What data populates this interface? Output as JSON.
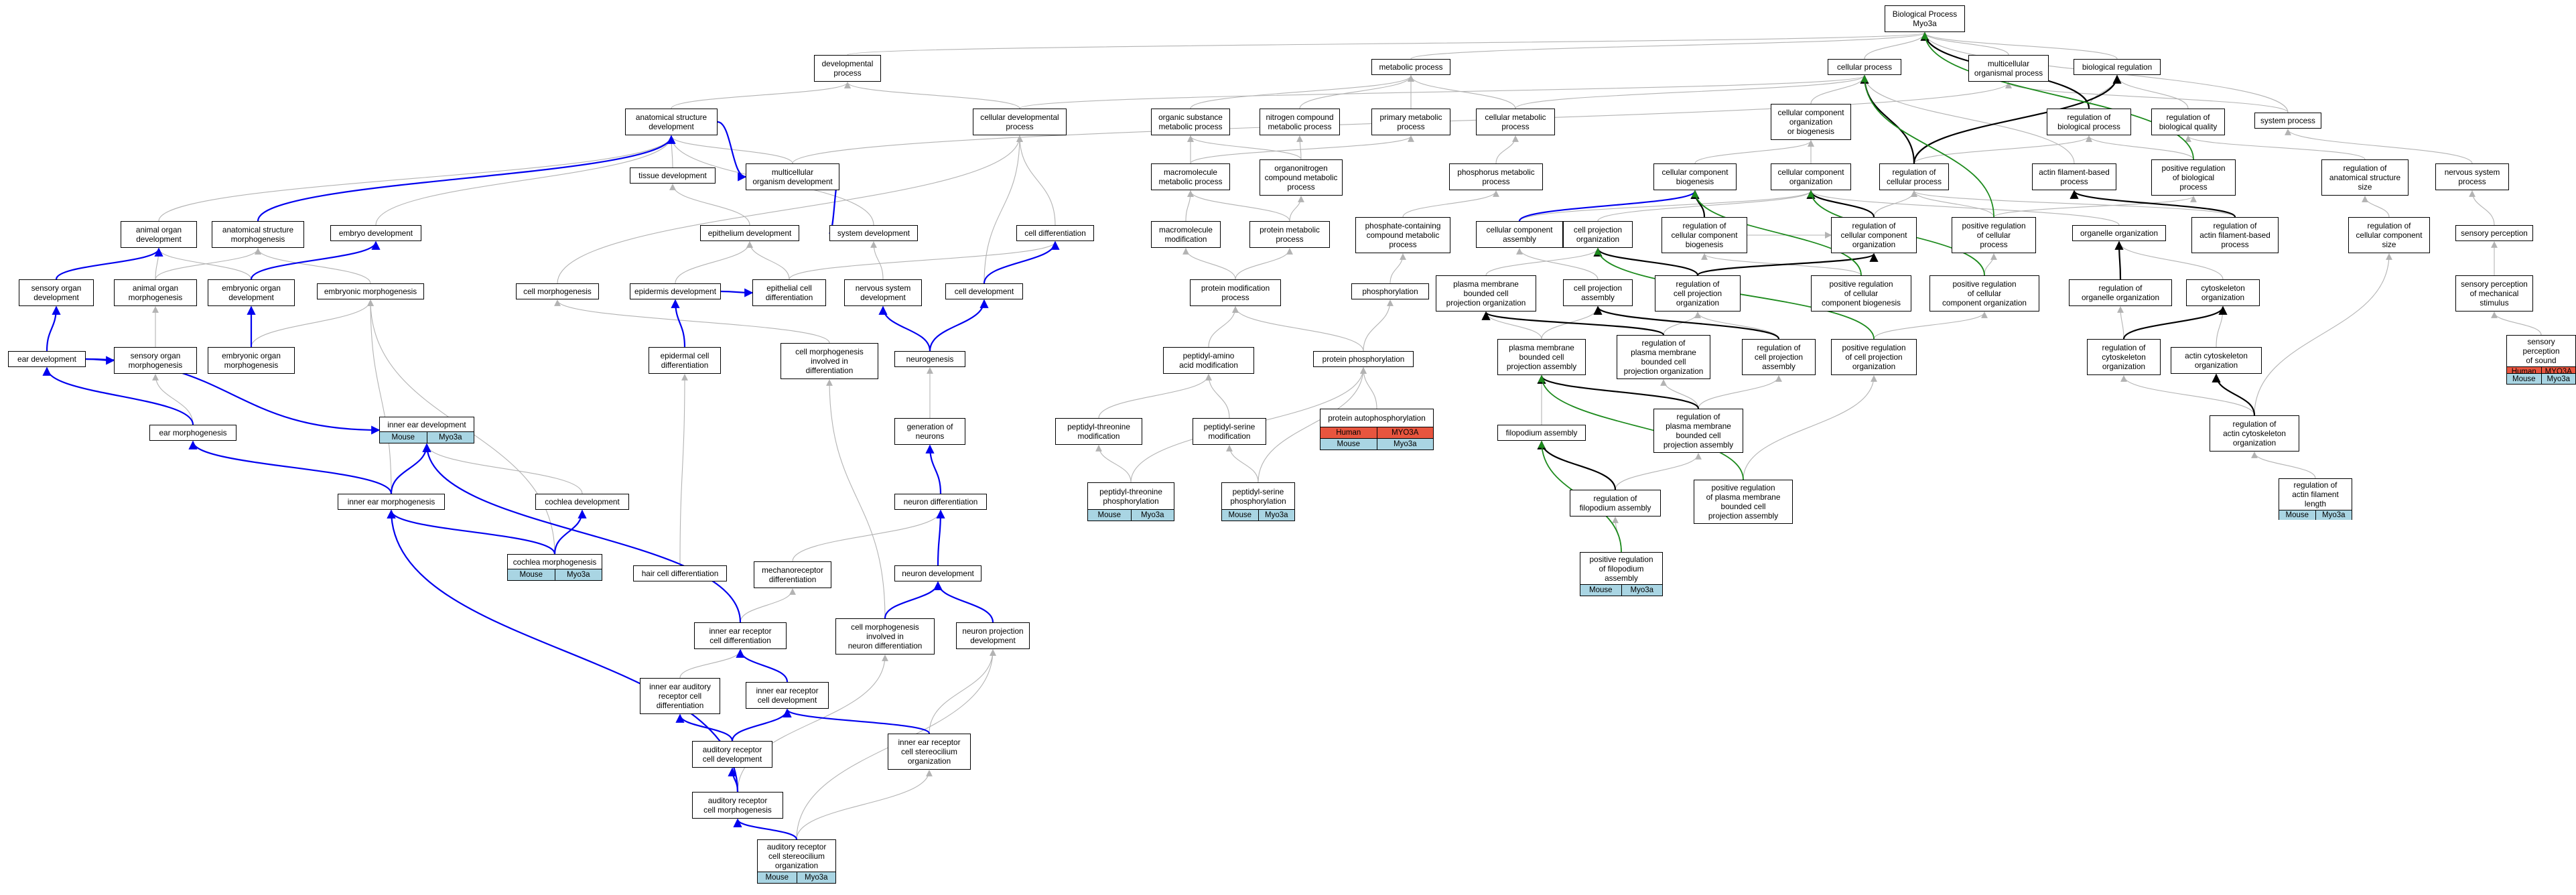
{
  "colors": {
    "gray": "#b3b3b3",
    "blue": "#0000ee",
    "green": "#1c8a1c",
    "black": "#000000",
    "mouse_fill": "#a9d5e3",
    "human_fill": "#e8553f"
  },
  "nodes": [
    {
      "id": "bp",
      "label": "Biological Process\nMyo3a"
    },
    {
      "id": "devproc",
      "label": "developmental\nprocess"
    },
    {
      "id": "metab",
      "label": "metabolic process"
    },
    {
      "id": "cellproc",
      "label": "cellular process"
    },
    {
      "id": "multiorg",
      "label": "multicellular\norganismal process"
    },
    {
      "id": "bioreg",
      "label": "biological regulation"
    },
    {
      "id": "anatdev",
      "label": "anatomical structure\ndevelopment"
    },
    {
      "id": "celldevproc",
      "label": "cellular developmental\nprocess"
    },
    {
      "id": "orgsub",
      "label": "organic substance\nmetabolic process"
    },
    {
      "id": "nitro",
      "label": "nitrogen compound\nmetabolic process"
    },
    {
      "id": "primet",
      "label": "primary metabolic\nprocess"
    },
    {
      "id": "cellmet",
      "label": "cellular metabolic\nprocess"
    },
    {
      "id": "ccob",
      "label": "cellular component\norganization\nor biogenesis"
    },
    {
      "id": "regbp",
      "label": "regulation of\nbiological process"
    },
    {
      "id": "regbq",
      "label": "regulation of\nbiological quality"
    },
    {
      "id": "sysproc",
      "label": "system process"
    },
    {
      "id": "tissuedev",
      "label": "tissue development"
    },
    {
      "id": "multidev",
      "label": "multicellular\norganism development"
    },
    {
      "id": "macromet",
      "label": "macromolecule\nmetabolic process"
    },
    {
      "id": "organonit",
      "label": "organonitrogen\ncompound metabolic\nprocess"
    },
    {
      "id": "phosmet",
      "label": "phosphorus metabolic\nprocess"
    },
    {
      "id": "ccbiogen",
      "label": "cellular component\nbiogenesis"
    },
    {
      "id": "ccorg",
      "label": "cellular component\norganization"
    },
    {
      "id": "regcp",
      "label": "regulation of\ncellular process"
    },
    {
      "id": "actinproc",
      "label": "actin filament-based\nprocess"
    },
    {
      "id": "posregbp",
      "label": "positive regulation\nof biological\nprocess"
    },
    {
      "id": "reganat",
      "label": "regulation of\nanatomical structure\nsize"
    },
    {
      "id": "nervsys",
      "label": "nervous system\nprocess"
    },
    {
      "id": "animorgdev",
      "label": "animal organ\ndevelopment"
    },
    {
      "id": "anatmorph",
      "label": "anatomical structure\nmorphogenesis"
    },
    {
      "id": "embdev",
      "label": "embryo development"
    },
    {
      "id": "epidev",
      "label": "epithelium development"
    },
    {
      "id": "sysdev",
      "label": "system development"
    },
    {
      "id": "celldiff",
      "label": "cell differentiation"
    },
    {
      "id": "macromod",
      "label": "macromolecule\nmodification"
    },
    {
      "id": "protmet",
      "label": "protein metabolic\nprocess"
    },
    {
      "id": "phoscomp",
      "label": "phosphate-containing\ncompound metabolic\nprocess"
    },
    {
      "id": "ccassembly",
      "label": "cellular component\nassembly"
    },
    {
      "id": "cporg",
      "label": "cell projection\norganization"
    },
    {
      "id": "regccbiogen",
      "label": "regulation of\ncellular component\nbiogenesis"
    },
    {
      "id": "regccorg",
      "label": "regulation of\ncellular component\norganization"
    },
    {
      "id": "posregcp",
      "label": "positive regulation\nof cellular\nprocess"
    },
    {
      "id": "organelleorg",
      "label": "organelle organization"
    },
    {
      "id": "regactinproc",
      "label": "regulation of\nactin filament-based\nprocess"
    },
    {
      "id": "regccsize",
      "label": "regulation of\ncellular component\nsize"
    },
    {
      "id": "sensperc",
      "label": "sensory perception"
    },
    {
      "id": "sensorgdev",
      "label": "sensory organ\ndevelopment"
    },
    {
      "id": "animorgmorph",
      "label": "animal organ\nmorphogenesis"
    },
    {
      "id": "emborgdev",
      "label": "embryonic organ\ndevelopment"
    },
    {
      "id": "embmorph",
      "label": "embryonic morphogenesis"
    },
    {
      "id": "cellmorph",
      "label": "cell morphogenesis"
    },
    {
      "id": "epidermdev",
      "label": "epidermis development"
    },
    {
      "id": "epicelldiff",
      "label": "epithelial cell\ndifferentiation"
    },
    {
      "id": "nsdev",
      "label": "nervous system\ndevelopment"
    },
    {
      "id": "celldev",
      "label": "cell development"
    },
    {
      "id": "protmod",
      "label": "protein modification\nprocess"
    },
    {
      "id": "phosphorylation",
      "label": "phosphorylation"
    },
    {
      "id": "pmbcpo",
      "label": "plasma membrane\nbounded cell\nprojection organization"
    },
    {
      "id": "cpassembly",
      "label": "cell projection\nassembly"
    },
    {
      "id": "regcporg",
      "label": "regulation of\ncell projection\norganization"
    },
    {
      "id": "posregccbiogen",
      "label": "positive regulation\nof cellular\ncomponent biogenesis"
    },
    {
      "id": "posregccorg",
      "label": "positive regulation\nof cellular\ncomponent organization"
    },
    {
      "id": "regorgorg",
      "label": "regulation of\norganelle organization"
    },
    {
      "id": "cytoorg",
      "label": "cytoskeleton\norganization"
    },
    {
      "id": "sensmech",
      "label": "sensory perception\nof mechanical\nstimulus"
    },
    {
      "id": "earDev",
      "label": "ear development"
    },
    {
      "id": "sensorgmorph",
      "label": "sensory organ\nmorphogenesis"
    },
    {
      "id": "emborgmorph",
      "label": "embryonic organ\nmorphogenesis"
    },
    {
      "id": "epicelldiff2",
      "label": "epidermal cell\ndifferentiation"
    },
    {
      "id": "cmdiff",
      "label": "cell morphogenesis\ninvolved in\ndifferentiation"
    },
    {
      "id": "neurogen",
      "label": "neurogenesis"
    },
    {
      "id": "paamod",
      "label": "peptidyl-amino\nacid modification"
    },
    {
      "id": "protphos",
      "label": "protein phosphorylation"
    },
    {
      "id": "pmbcpa",
      "label": "plasma membrane\nbounded cell\nprojection assembly"
    },
    {
      "id": "regpmbcpo",
      "label": "regulation of\nplasma membrane\nbounded cell\nprojection organization"
    },
    {
      "id": "regcpassembly",
      "label": "regulation of\ncell projection\nassembly"
    },
    {
      "id": "posregcporg",
      "label": "positive regulation\nof cell projection\norganization"
    },
    {
      "id": "regcytoorg",
      "label": "regulation of\ncytoskeleton\norganization"
    },
    {
      "id": "actincytoorg",
      "label": "actin cytoskeleton\norganization"
    },
    {
      "id": "senssound",
      "label": "sensory perception\nof sound",
      "ann": "human",
      "col1": "Human",
      "col2": "MYO3A"
    },
    {
      "id": "ssound2",
      "label": "",
      "ann": "mouse",
      "col1": "Mouse",
      "col2": "Myo3a",
      "sub": true
    },
    {
      "id": "innerEarDev",
      "label": "inner ear development",
      "ann": "mouse",
      "col1": "Mouse",
      "col2": "Myo3a"
    },
    {
      "id": "earMorph",
      "label": "ear morphogenesis"
    },
    {
      "id": "genNeur",
      "label": "generation of\nneurons"
    },
    {
      "id": "ptmod",
      "label": "peptidyl-threonine\nmodification"
    },
    {
      "id": "psmod",
      "label": "peptidyl-serine\nmodification"
    },
    {
      "id": "protautophos",
      "label": "protein autophosphorylation",
      "ann": "human",
      "col1": "Human",
      "col2": "MYO3A",
      "ann2": "mouse",
      "col1b": "Mouse",
      "col2b": "Myo3a"
    },
    {
      "id": "filoassembly",
      "label": "filopodium assembly"
    },
    {
      "id": "regpmbcpa",
      "label": "regulation of\nplasma membrane\nbounded cell\nprojection assembly"
    },
    {
      "id": "regactincyto",
      "label": "regulation of\nactin cytoskeleton\norganization"
    },
    {
      "id": "innerEarMorph",
      "label": "inner ear morphogenesis"
    },
    {
      "id": "cochleaDev",
      "label": "cochlea development"
    },
    {
      "id": "neurDiff",
      "label": "neuron differentiation"
    },
    {
      "id": "ptphos",
      "label": "peptidyl-threonine\nphosphorylation",
      "ann": "mouse",
      "col1": "Mouse",
      "col2": "Myo3a"
    },
    {
      "id": "psphos",
      "label": "peptidyl-serine\nphosphorylation",
      "ann": "mouse",
      "col1": "Mouse",
      "col2": "Myo3a"
    },
    {
      "id": "regfilo",
      "label": "regulation of\nfilopodium assembly"
    },
    {
      "id": "posregpmbcpa",
      "label": "positive regulation\nof plasma membrane\nbounded cell\nprojection assembly"
    },
    {
      "id": "regactinlen",
      "label": "regulation of\nactin filament\nlength",
      "ann": "mouse",
      "col1": "Mouse",
      "col2": "Myo3a"
    },
    {
      "id": "cochleaMorph",
      "label": "cochlea morphogenesis",
      "ann": "mouse",
      "col1": "Mouse",
      "col2": "Myo3a"
    },
    {
      "id": "mechrecdiff",
      "label": "mechanoreceptor\ndifferentiation"
    },
    {
      "id": "neurDev",
      "label": "neuron development"
    },
    {
      "id": "posregfilo",
      "label": "positive regulation\nof filopodium\nassembly",
      "ann": "mouse",
      "col1": "Mouse",
      "col2": "Myo3a"
    },
    {
      "id": "haircelldiff",
      "label": "hair cell differentiation"
    },
    {
      "id": "ierDiff",
      "label": "inner ear receptor\ncell differentiation"
    },
    {
      "id": "cmneur",
      "label": "cell morphogenesis\ninvolved in\nneuron differentiation"
    },
    {
      "id": "neurProjDev",
      "label": "neuron projection\ndevelopment"
    },
    {
      "id": "ieaudDiff",
      "label": "inner ear auditory\nreceptor cell\ndifferentiation"
    },
    {
      "id": "ierDev",
      "label": "inner ear receptor\ncell development"
    },
    {
      "id": "audDev",
      "label": "auditory receptor\ncell development"
    },
    {
      "id": "ierStereo",
      "label": "inner ear receptor\ncell stereocilium\norganization"
    },
    {
      "id": "audMorph",
      "label": "auditory receptor\ncell morphogenesis"
    },
    {
      "id": "audStereo",
      "label": "auditory receptor\ncell stereocilium\norganization",
      "ann": "mouse",
      "col1": "Mouse",
      "col2": "Myo3a"
    }
  ]
}
